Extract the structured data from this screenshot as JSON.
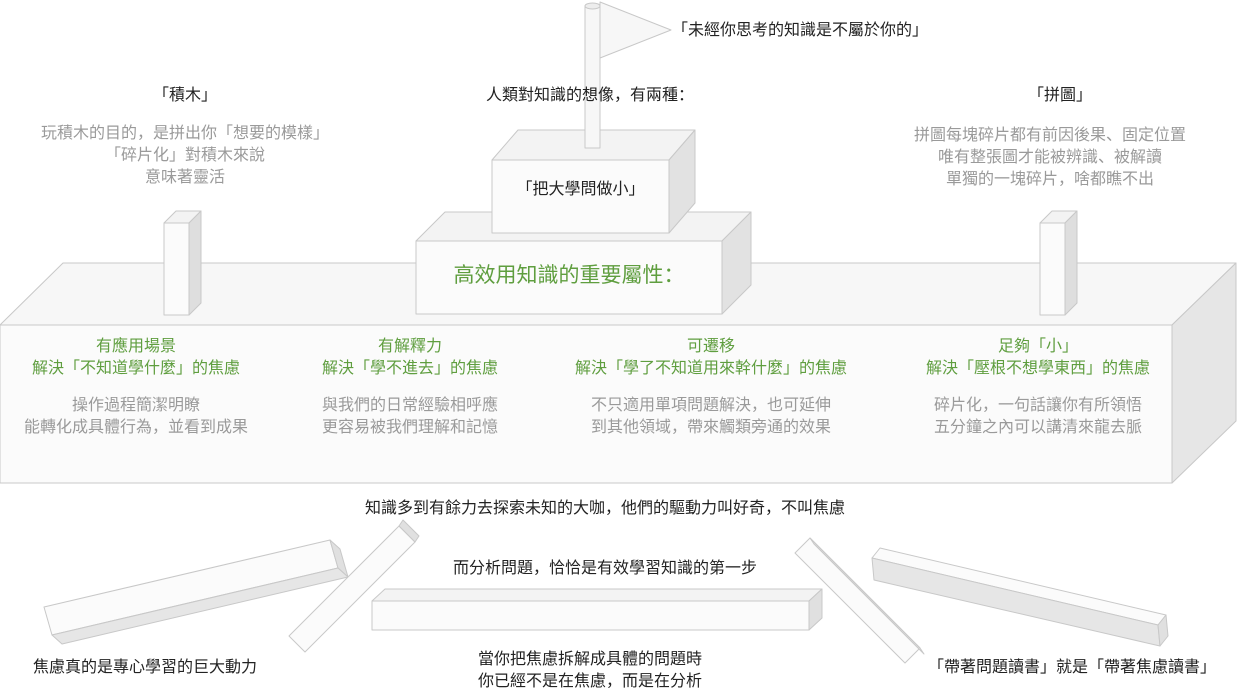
{
  "flag_quote": "「未經你思考的知識是不屬於你的」",
  "intro": "人類對知識的想像，有兩種：",
  "top_box": "「把大學問做小」",
  "middle_box": "高效用知識的重要屬性：",
  "left_concept": {
    "title": "「積木」",
    "lines": [
      "玩積木的目的，是拼出你「想要的模樣」",
      "「碎片化」對積木來說",
      "意味著靈活"
    ]
  },
  "right_concept": {
    "title": "「拼圖」",
    "lines": [
      "拼圖每塊碎片都有前因後果、固定位置",
      "唯有整張圖才能被辨識、被解讀",
      "單獨的一塊碎片，啥都瞧不出"
    ]
  },
  "attributes": [
    {
      "name": "有應用場景",
      "solves": "解決「不知道學什麼」的焦慮",
      "desc": [
        "操作過程簡潔明瞭",
        "能轉化成具體行為，並看到成果"
      ]
    },
    {
      "name": "有解釋力",
      "solves": "解決「學不進去」的焦慮",
      "desc": [
        "與我們的日常經驗相呼應",
        "更容易被我們理解和記憶"
      ]
    },
    {
      "name": "可遷移",
      "solves": "解決「學了不知道用來幹什麼」的焦慮",
      "desc": [
        "不只適用單項問題解決，也可延伸",
        "到其他領域，帶來觸類旁通的效果"
      ]
    },
    {
      "name": "足夠「小」",
      "solves": "解決「壓根不想學東西」的焦慮",
      "desc": [
        "碎片化，一句話讓你有所領悟",
        "五分鐘之內可以講清來龍去脈"
      ]
    }
  ],
  "bottom": {
    "curiosity": "知識多到有餘力去探索未知的大咖，他們的驅動力叫好奇，不叫焦慮",
    "analysis_first_step": "而分析問題，恰恰是有效學習知識的第一步",
    "left_caption": "焦慮真的是專心學習的巨大動力",
    "center_caption": [
      "當你把焦慮拆解成具體的問題時",
      "你已經不是在焦慮，而是在分析"
    ],
    "right_caption": "「帶著問題讀書」就是「帶著焦慮讀書」"
  }
}
